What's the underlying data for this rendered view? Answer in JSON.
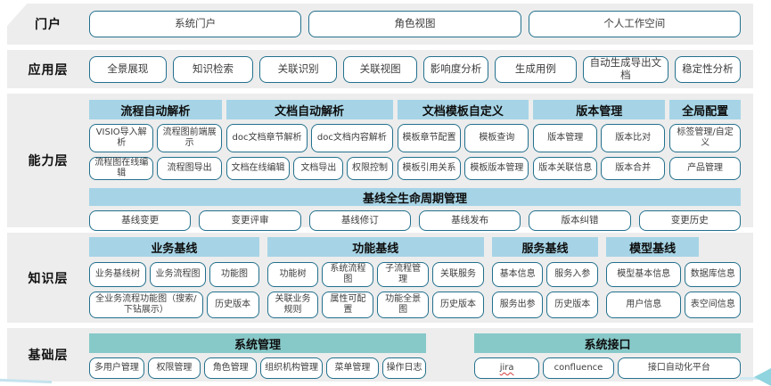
{
  "colors": {
    "band_background": "#ededed",
    "group_header_blue": "#a6d4e6",
    "group_header_teal": "#87c9c9",
    "box_border": "#23708d",
    "box_fill": "#ffffff",
    "arrow_accent": "#8fd4de",
    "misspell_underline": "#d43c3c"
  },
  "portal": {
    "label": "门户",
    "items": [
      "系统门户",
      "角色视图",
      "个人工作空间"
    ]
  },
  "app": {
    "label": "应用层",
    "items": [
      "全景展现",
      "知识检索",
      "关联识别",
      "关联视图",
      "影响度分析",
      "生成用例",
      "自动生成导出文档",
      "稳定性分析"
    ]
  },
  "capability": {
    "label": "能力层",
    "groups": [
      {
        "title": "流程自动解析",
        "rows": [
          [
            "VISIO导入解析",
            "流程图前端展示"
          ],
          [
            "流程图在线编辑",
            "流程图导出"
          ]
        ]
      },
      {
        "title": "文档自动解析",
        "rows": [
          [
            "doc文档章节解析",
            "doc文档内容解析"
          ],
          [
            "文档在线编辑",
            "文档导出",
            "权限控制"
          ]
        ]
      },
      {
        "title": "文档模板自定义",
        "rows": [
          [
            "模板章节配置",
            "模板查询"
          ],
          [
            "模板引用关系",
            "模板版本管理"
          ]
        ]
      },
      {
        "title": "版本管理",
        "rows": [
          [
            "版本管理",
            "版本比对"
          ],
          [
            "版本关联信息",
            "版本合并"
          ]
        ]
      },
      {
        "title": "全局配置",
        "rows": [
          [
            "标签管理/自定义"
          ],
          [
            "产品管理"
          ]
        ]
      }
    ],
    "baseline": {
      "title": "基线全生命周期管理",
      "items": [
        "基线变更",
        "变更评审",
        "基线修订",
        "基线发布",
        "版本纠错",
        "变更历史"
      ]
    }
  },
  "knowledge": {
    "label": "知识层",
    "groups": [
      {
        "title": "业务基线",
        "rows": [
          [
            "业务基线树",
            "业务流程图",
            "功能图"
          ],
          [
            "全业务流程功能图（搜索/下钻展示）",
            "历史版本"
          ]
        ]
      },
      {
        "title": "功能基线",
        "rows": [
          [
            "功能树",
            "系统流程图",
            "子流程管理",
            "关联服务"
          ],
          [
            "关联业务规则",
            "属性可配置",
            "功能全景图",
            "历史版本"
          ]
        ]
      },
      {
        "title": "服务基线",
        "rows": [
          [
            "基本信息",
            "服务入参"
          ],
          [
            "服务出参",
            "历史版本"
          ]
        ]
      },
      {
        "title": "模型基线",
        "rows": [
          [
            "模型基本信息",
            "数据库信息"
          ],
          [
            "用户信息",
            "表空间信息"
          ]
        ]
      }
    ]
  },
  "foundation": {
    "label": "基础层",
    "groups": [
      {
        "title": "系统管理",
        "items": [
          "多用户管理",
          "权限管理",
          "角色管理",
          "组织机构管理",
          "菜单管理",
          "操作日志"
        ]
      },
      {
        "title": "系统接口",
        "items": [
          "jira",
          "confluence",
          "接口自动化平台"
        ]
      }
    ]
  }
}
